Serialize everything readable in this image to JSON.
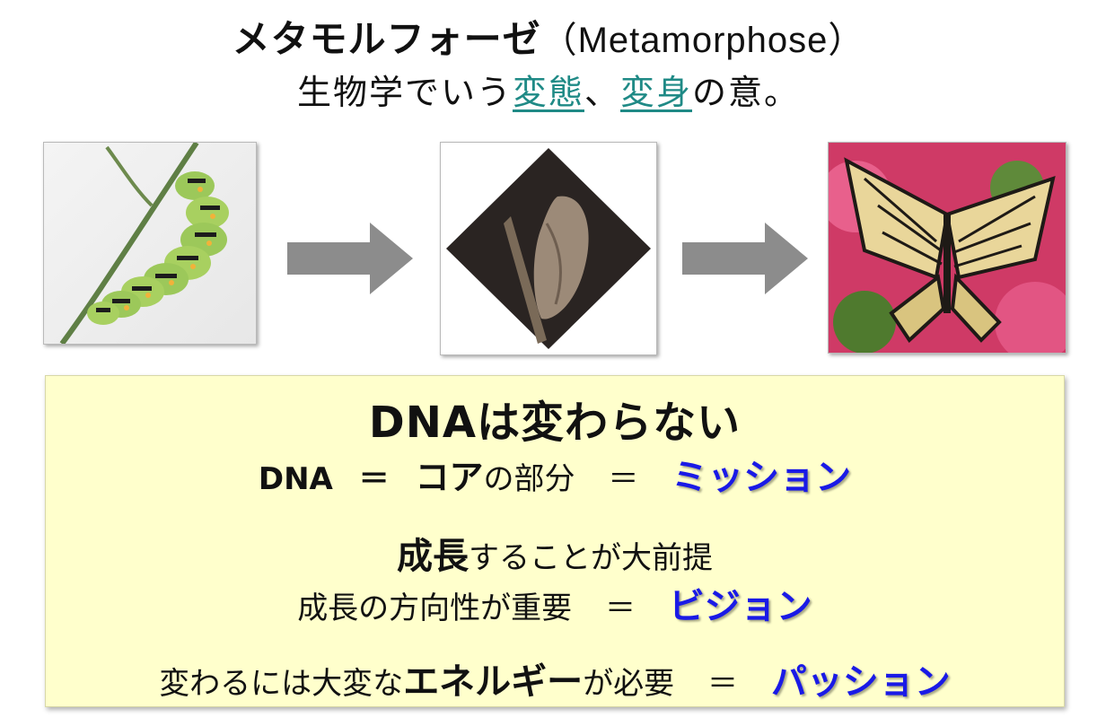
{
  "title": {
    "main": "メタモルフォーゼ",
    "latin": "（Metamorphose）",
    "sub_prefix": "生物学でいう",
    "link1": "変態",
    "sep": "、",
    "link2": "変身",
    "sub_suffix": "の意。"
  },
  "stages": [
    {
      "icon": "caterpillar-photo"
    },
    {
      "icon": "chrysalis-photo"
    },
    {
      "icon": "butterfly-photo"
    }
  ],
  "panel": {
    "heading": "DNAは変わらない",
    "row1": {
      "left_a": "DNA",
      "eq1": "＝",
      "core": "コア",
      "left_b": "の部分",
      "eq2": "＝",
      "keyword": "ミッション"
    },
    "row2": {
      "lead": "成長",
      "rest": "することが大前提"
    },
    "row3": {
      "text": "成長の方向性が重要",
      "eq": "＝",
      "keyword": "ビジョン"
    },
    "row4": {
      "text_a": "変わるには大変な",
      "energy": "エネルギー",
      "text_b": "が必要",
      "eq": "＝",
      "keyword": "パッション"
    }
  },
  "colors": {
    "link": "#1f8a86",
    "keyword": "#1a1ae6",
    "panel_bg": "#ffffcc",
    "arrow": "#8c8c8c"
  }
}
